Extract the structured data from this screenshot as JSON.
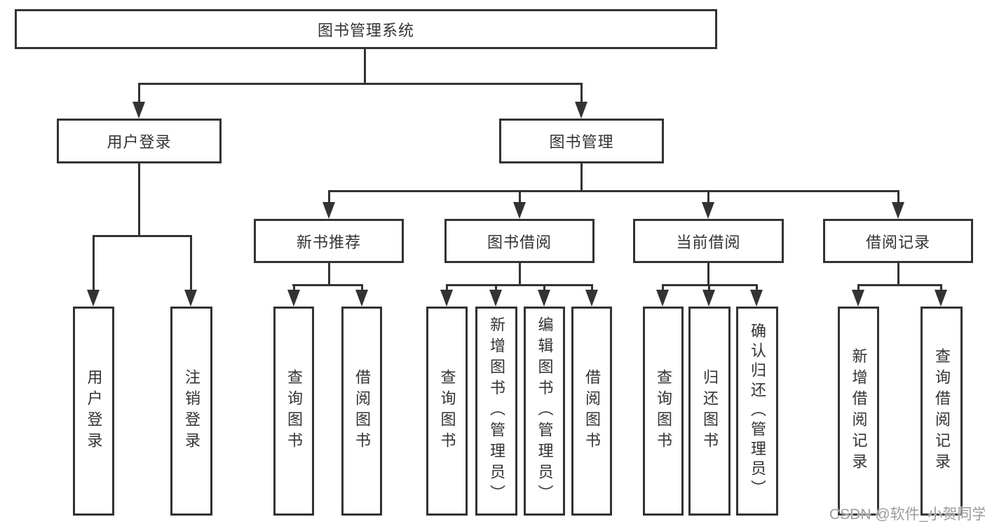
{
  "tree": {
    "label": "图书管理系统",
    "children": [
      {
        "label": "用户登录",
        "children": [
          {
            "label": "用户登录"
          },
          {
            "label": "注销登录"
          }
        ]
      },
      {
        "label": "图书管理",
        "children": [
          {
            "label": "新书推荐",
            "children": [
              {
                "label": "查询图书"
              },
              {
                "label": "借阅图书"
              }
            ]
          },
          {
            "label": "图书借阅",
            "children": [
              {
                "label": "查询图书"
              },
              {
                "label": "新增图书（管理员）"
              },
              {
                "label": "编辑图书（管理员）"
              },
              {
                "label": "借阅图书"
              }
            ]
          },
          {
            "label": "当前借阅",
            "children": [
              {
                "label": "查询图书"
              },
              {
                "label": "归还图书"
              },
              {
                "label": "确认归还（管理员）"
              }
            ]
          },
          {
            "label": "借阅记录",
            "children": [
              {
                "label": "新增借阅记录"
              },
              {
                "label": "查询借阅记录"
              }
            ]
          }
        ]
      }
    ]
  },
  "watermark": "CSDN @软件_小贺同学",
  "colors": {
    "line": "#333333",
    "text": "#333333",
    "watermark": "#9b9ba1",
    "background": "#ffffff"
  }
}
